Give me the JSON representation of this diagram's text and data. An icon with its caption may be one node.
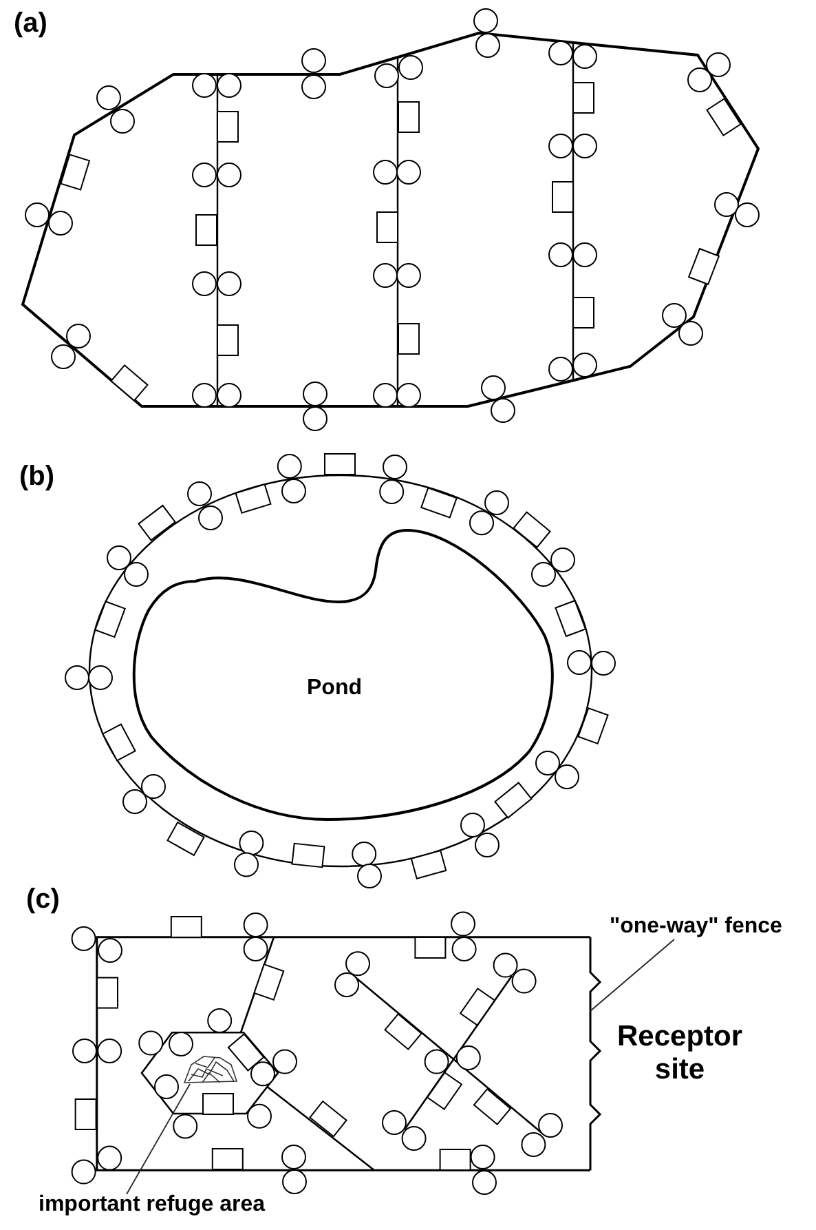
{
  "diagram": {
    "nodes": [
      {
        "text": [
          "Pond"
        ]
      },
      {
        "text": [
          "\"one-way\" fence"
        ]
      },
      {
        "text": [],
        "shape": "picture"
      },
      {
        "text": [],
        "shape": "picture"
      },
      {
        "text": [
          "important refuge area"
        ]
      }
    ],
    "edges": [
      {
        "from": 1,
        "to": 2,
        "arrow": "none"
      },
      {
        "from": 4,
        "to": 3,
        "arrow": "none"
      }
    ],
    "labels": [
      "(a)",
      "(b)",
      "(c)",
      "Receptor site"
    ]
  }
}
